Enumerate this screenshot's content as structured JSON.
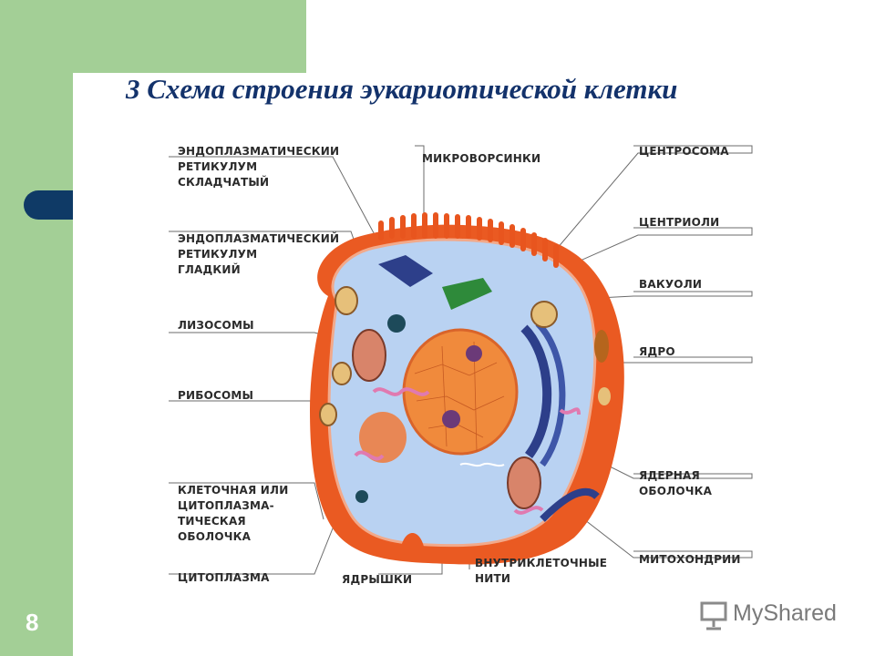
{
  "slide": {
    "title": "3 Схема строения эукариотической клетки",
    "page_number": "8"
  },
  "diagram": {
    "labels": {
      "er_rough": "ЭНДОПЛАЗМАТИЧЕСКИИ\nРЕТИКУЛУМ\nСКЛАДЧАТЫЙ",
      "microvilli": "МИКРОВОРСИНКИ",
      "centrosome": "ЦЕНТРОСОМА",
      "centrioles": "ЦЕНТРИОЛИ",
      "er_smooth": "ЭНДОПЛАЗМАТИЧЕСКИЙ\nРЕТИКУЛУМ\nГЛАДКИЙ",
      "vacuoles": "ВАКУОЛИ",
      "lysosomes": "ЛИЗОСОМЫ",
      "nucleus": "ЯДРО",
      "ribosomes": "РИБОСОМЫ",
      "nuclear_envelope": "ЯДЕРНАЯ\nОБОЛОЧКА",
      "membrane": "КЛЕТОЧНАЯ ИЛИ\nЦИТОПЛАЗМА-\nТИЧЕСКАЯ\nОБОЛОЧКА",
      "mitochondria": "МИТОХОНДРИИ",
      "cytoplasm": "ЦИТОПЛАЗМА",
      "nucleoli": "ЯДРЫШКИ",
      "filaments": "ВНУТРИКЛЕТОЧНЫЕ\nНИТИ"
    }
  },
  "watermark": {
    "text": "MyShared"
  },
  "colors": {
    "sidebar": "#a3cf96",
    "tab": "#0f3a66",
    "title": "#13326b",
    "membrane": "#e8551e",
    "cytoplasm": "#b9d2f2",
    "nucleus": "#f08a3c",
    "er": "#2d3f8a"
  }
}
